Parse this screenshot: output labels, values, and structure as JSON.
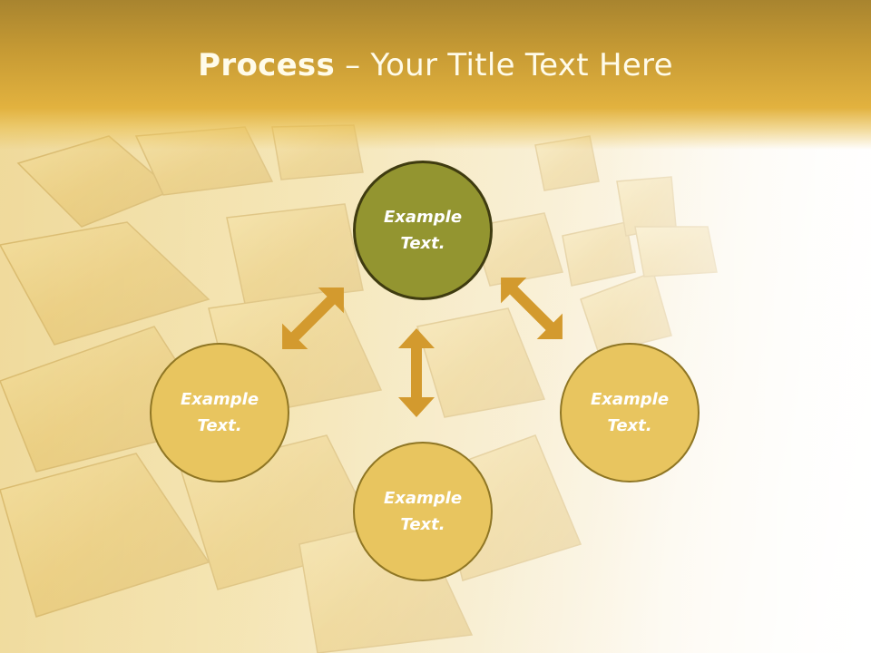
{
  "title": {
    "bold": "Process",
    "separator": " – ",
    "rest": "Your Title Text Here"
  },
  "nodes": {
    "top": {
      "label": "Example Text."
    },
    "left": {
      "label": "Example Text."
    },
    "right": {
      "label": "Example Text."
    },
    "bottom": {
      "label": "Example Text."
    }
  },
  "colors": {
    "title_band": "#d9aa3a",
    "center_circle": "#939530",
    "outer_circle": "#e8c55f",
    "arrow": "#d39a2e"
  }
}
